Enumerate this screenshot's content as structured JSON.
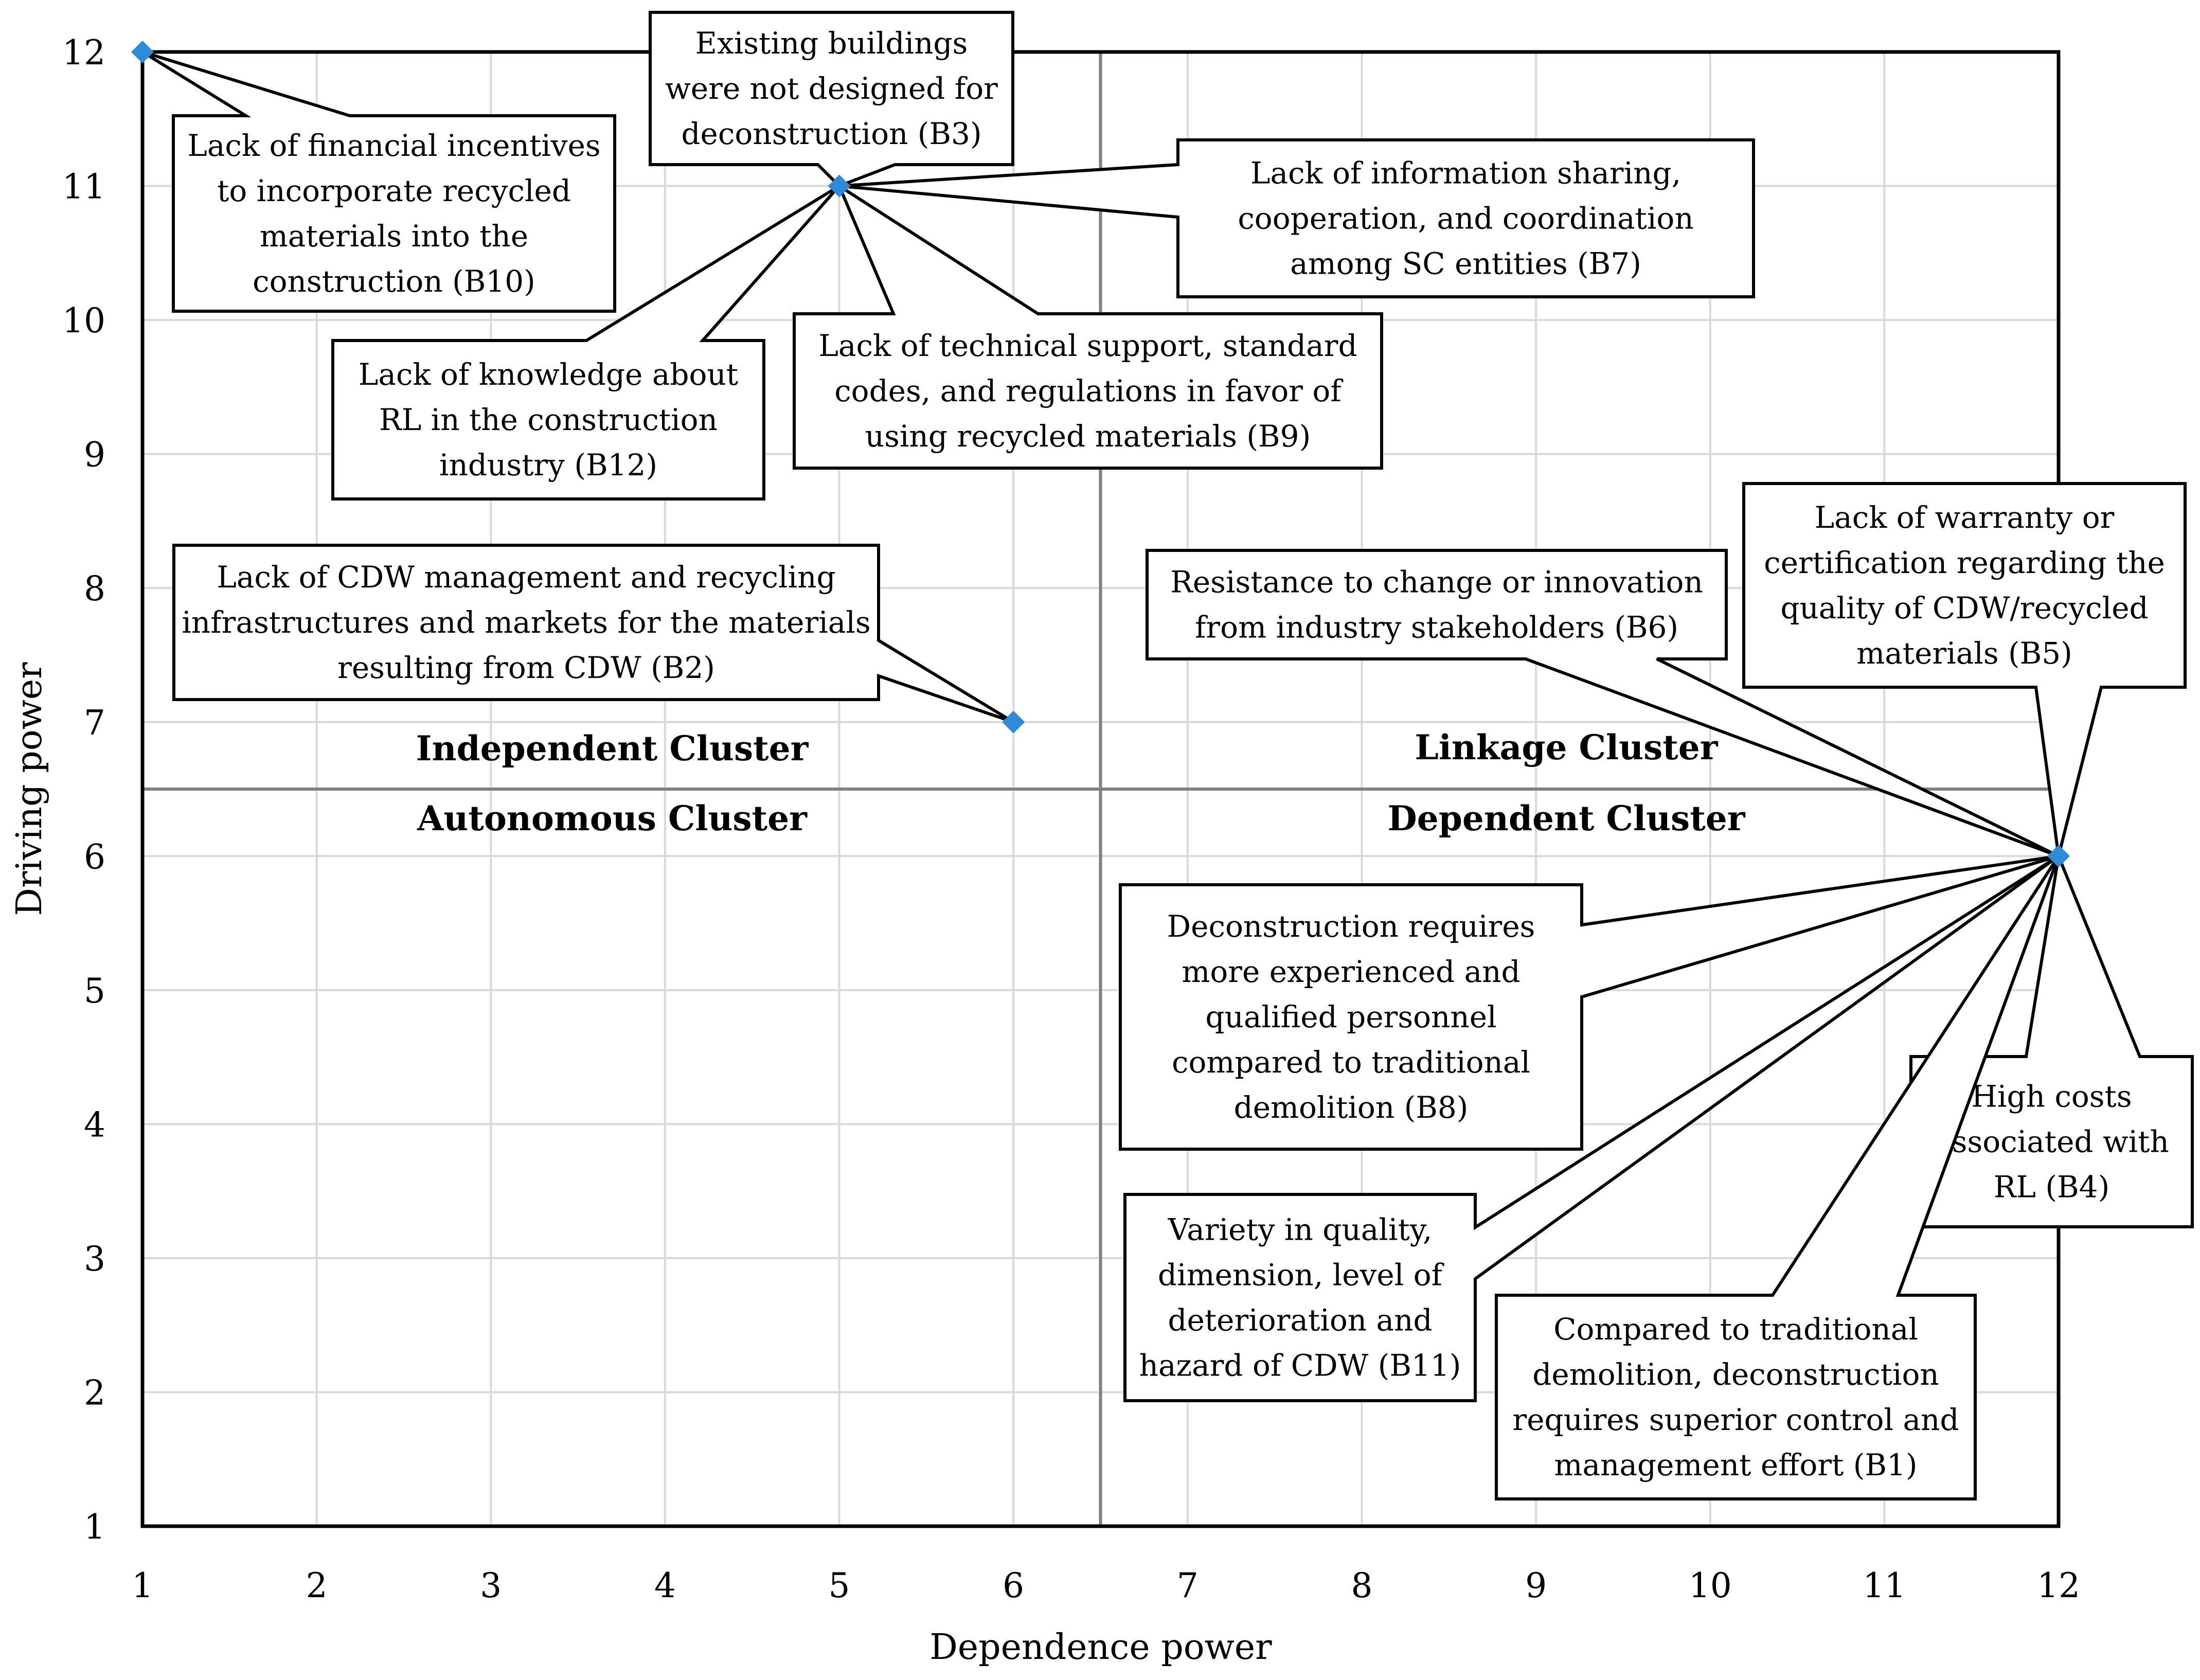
{
  "chart_data": {
    "type": "scatter",
    "xlabel": "Dependence power",
    "ylabel": "Driving power",
    "xlim": [
      1,
      12
    ],
    "ylim": [
      1,
      12
    ],
    "x_ticks": [
      "1",
      "2",
      "3",
      "4",
      "5",
      "6",
      "7",
      "8",
      "9",
      "10",
      "11",
      "12"
    ],
    "y_ticks": [
      "1",
      "2",
      "3",
      "4",
      "5",
      "6",
      "7",
      "8",
      "9",
      "10",
      "11",
      "12"
    ],
    "grid": true,
    "divider": {
      "x": 6.5,
      "y": 6.5
    },
    "marker_color": "#2E8BD8",
    "clusters": {
      "independent": "Independent Cluster",
      "linkage": "Linkage Cluster",
      "autonomous": "Autonomous Cluster",
      "dependent": "Dependent Cluster"
    },
    "points": [
      {
        "x": 1,
        "y": 12
      },
      {
        "x": 5,
        "y": 11
      },
      {
        "x": 6,
        "y": 7
      },
      {
        "x": 12,
        "y": 6
      }
    ],
    "callouts": [
      {
        "id": "B10",
        "x": 1,
        "y": 12,
        "lines": [
          "Lack of financial incentives",
          "to incorporate recycled",
          "materials into the",
          "construction (B10)"
        ]
      },
      {
        "id": "B3",
        "x": 5,
        "y": 11,
        "lines": [
          "Existing buildings",
          "were not designed for",
          "deconstruction (B3)"
        ]
      },
      {
        "id": "B7",
        "x": 5,
        "y": 11,
        "lines": [
          "Lack of information sharing,",
          "cooperation, and coordination",
          "among SC entities (B7)"
        ]
      },
      {
        "id": "B12",
        "x": 5,
        "y": 11,
        "lines": [
          "Lack of knowledge  about",
          "RL in the construction",
          "industry (B12)"
        ]
      },
      {
        "id": "B9",
        "x": 5,
        "y": 11,
        "lines": [
          "Lack of technical support, standard",
          "codes, and regulations in favor of",
          "using recycled materials (B9)"
        ]
      },
      {
        "id": "B2",
        "x": 6,
        "y": 7,
        "lines": [
          "Lack of CDW management and recycling",
          "infrastructures and markets for the materials",
          "resulting from CDW (B2)"
        ]
      },
      {
        "id": "B6",
        "x": 12,
        "y": 6,
        "lines": [
          "Resistance to change or innovation",
          "from industry stakeholders (B6)"
        ]
      },
      {
        "id": "B5",
        "x": 12,
        "y": 6,
        "lines": [
          "Lack of warranty or",
          "certification regarding the",
          "quality of CDW/recycled",
          "materials (B5)"
        ]
      },
      {
        "id": "B8",
        "x": 12,
        "y": 6,
        "lines": [
          "Deconstruction requires",
          "more experienced and",
          "qualified personnel",
          "compared to traditional",
          "demolition (B8)"
        ]
      },
      {
        "id": "B4",
        "x": 12,
        "y": 6,
        "lines": [
          "High costs",
          "associated with",
          "RL (B4)"
        ]
      },
      {
        "id": "B11",
        "x": 12,
        "y": 6,
        "lines": [
          "Variety in quality,",
          "dimension, level of",
          "deterioration and",
          "hazard of CDW (B11)"
        ]
      },
      {
        "id": "B1",
        "x": 12,
        "y": 6,
        "lines": [
          "Compared to traditional",
          "demolition, deconstruction",
          "requires superior control and",
          "management effort (B1)"
        ]
      }
    ]
  }
}
